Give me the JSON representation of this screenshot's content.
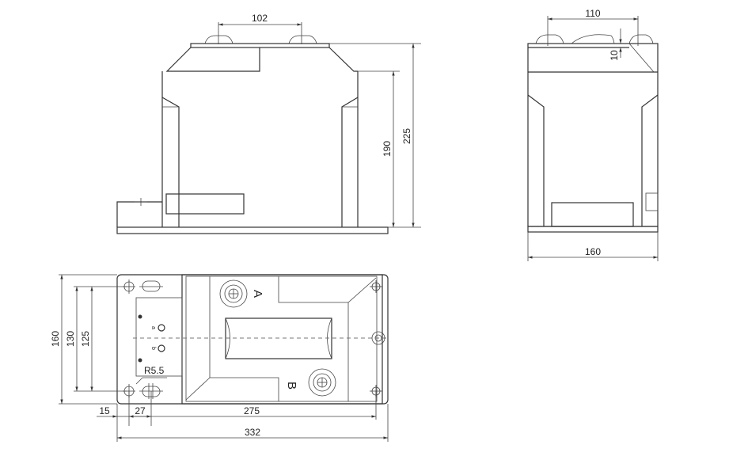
{
  "front_view": {
    "dim_terminal_spacing": "102",
    "dim_height_total": "225",
    "dim_height_body": "190"
  },
  "side_view": {
    "dim_terminal_spacing": "110",
    "dim_cap_height": "10",
    "dim_width": "160"
  },
  "plan_view": {
    "dim_width": "160",
    "dim_hole_spacing_outer": "130",
    "dim_hole_spacing_inner": "125",
    "dim_offset_15": "15",
    "dim_offset_27": "27",
    "dim_hole_span": "275",
    "dim_length": "332",
    "hole_radius_label": "R5.5",
    "terminal_a_label": "A",
    "terminal_b_label": "B",
    "secondary_a_label": "a",
    "secondary_b_label": "b"
  }
}
